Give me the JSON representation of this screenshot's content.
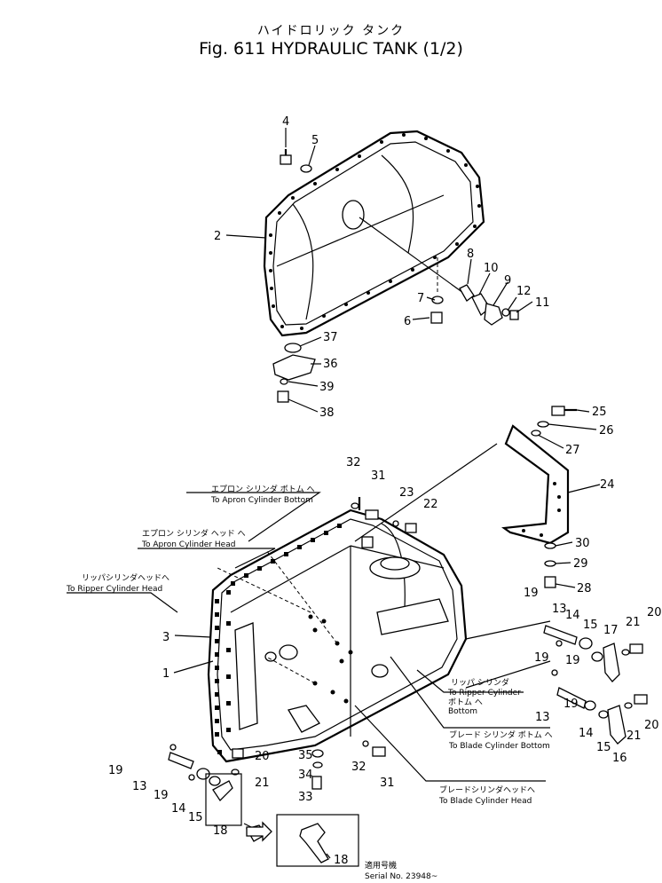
{
  "title_jp": "ハイドロリック タンク",
  "title_en": "Fig. 611 HYDRAULIC TANK (1/2)",
  "part_labels": {
    "p1": "1",
    "p2": "2",
    "p3": "3",
    "p4": "4",
    "p5": "5",
    "p6": "6",
    "p7": "7",
    "p8": "8",
    "p9": "9",
    "p10": "10",
    "p11": "11",
    "p12": "12",
    "p13a": "13",
    "p13b": "13",
    "p13c": "13",
    "p14a": "14",
    "p14b": "14",
    "p14c": "14",
    "p15a": "15",
    "p15b": "15",
    "p15c": "15",
    "p16": "16",
    "p17": "17",
    "p18a": "18",
    "p18b": "18",
    "p19a": "19",
    "p19b": "19",
    "p19c": "19",
    "p19d": "19",
    "p19e": "19",
    "p19f": "19",
    "p20a": "20",
    "p20b": "20",
    "p20c": "20",
    "p21a": "21",
    "p21b": "21",
    "p21c": "21",
    "p22": "22",
    "p23": "23",
    "p24": "24",
    "p25": "25",
    "p26": "26",
    "p27": "27",
    "p28": "28",
    "p29": "29",
    "p30": "30",
    "p31a": "31",
    "p31b": "31",
    "p32a": "32",
    "p32b": "32",
    "p33": "33",
    "p34": "34",
    "p35": "35",
    "p36": "36",
    "p37": "37",
    "p38": "38",
    "p39": "39"
  },
  "callouts": {
    "apron_bottom_jp": "エプロン シリンダ ボトム へ",
    "apron_bottom_en": "To Apron Cylinder Bottom",
    "apron_head_jp": "エプロン シリンダ ヘッド へ",
    "apron_head_en": "To Apron Cylinder Head",
    "ripper_head_jp": "リッパシリンダヘッドへ",
    "ripper_head_en": "To Ripper Cylinder Head",
    "ripper_bottom_jp1": "リッパ シリンダ",
    "ripper_bottom_en1": "To Ripper Cylinder",
    "ripper_bottom_jp2": "ボトム へ",
    "ripper_bottom_en2": "Bottom",
    "blade_bottom_jp": "ブレード シリンダ ボトム へ",
    "blade_bottom_en": "To Blade Cylinder Bottom",
    "blade_head_jp": "ブレードシリンダヘッドへ",
    "blade_head_en": "To Blade Cylinder Head"
  },
  "serial": {
    "jp": "適用号機",
    "en": "Serial No. 23948~"
  }
}
